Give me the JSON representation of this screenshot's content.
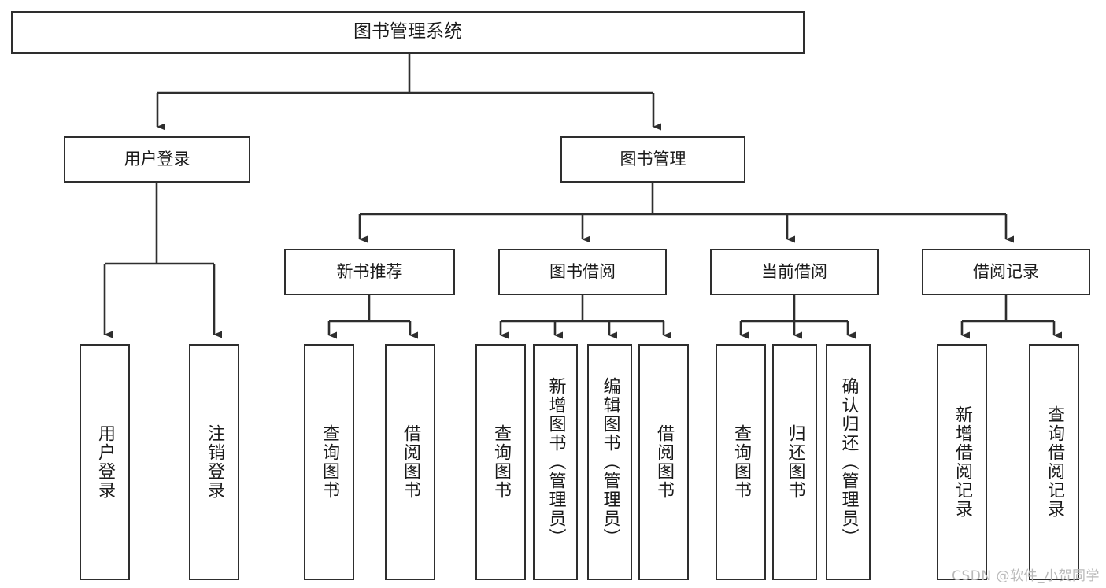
{
  "diagram": {
    "title": "图书管理系统",
    "type": "tree-hierarchy",
    "colors": {
      "background": "#ffffff",
      "stroke": "#2e2e2e",
      "text": "#1a1a1a",
      "watermark": "#b9b9b9"
    },
    "watermark": "CSDN @软件_小贺同学",
    "nodes": {
      "root": {
        "label": "图书管理系统"
      },
      "level1": [
        {
          "id": "user-login",
          "label": "用户登录"
        },
        {
          "id": "book-manage",
          "label": "图书管理"
        }
      ],
      "level2": [
        {
          "id": "new-book-recommend",
          "label": "新书推荐"
        },
        {
          "id": "book-borrow",
          "label": "图书借阅"
        },
        {
          "id": "current-borrow",
          "label": "当前借阅"
        },
        {
          "id": "borrow-record",
          "label": "借阅记录"
        }
      ],
      "leaves": {
        "user-login": [
          {
            "id": "leaf-user-login",
            "label": "用户登录"
          },
          {
            "id": "leaf-logout-login",
            "label": "注销登录"
          }
        ],
        "new-book-recommend": [
          {
            "id": "leaf-query-book-1",
            "label": "查询图书"
          },
          {
            "id": "leaf-borrow-book-1",
            "label": "借阅图书"
          }
        ],
        "book-borrow": [
          {
            "id": "leaf-query-book-2",
            "label": "查询图书"
          },
          {
            "id": "leaf-add-book",
            "label": "新增图书（管理员）"
          },
          {
            "id": "leaf-edit-book",
            "label": "编辑图书（管理员）"
          },
          {
            "id": "leaf-borrow-book-2",
            "label": "借阅图书"
          }
        ],
        "current-borrow": [
          {
            "id": "leaf-query-book-3",
            "label": "查询图书"
          },
          {
            "id": "leaf-return-book",
            "label": "归还图书"
          },
          {
            "id": "leaf-confirm-return",
            "label": "确认归还（管理员）"
          }
        ],
        "borrow-record": [
          {
            "id": "leaf-add-record",
            "label": "新增借阅记录"
          },
          {
            "id": "leaf-query-record",
            "label": "查询借阅记录"
          }
        ]
      }
    }
  }
}
